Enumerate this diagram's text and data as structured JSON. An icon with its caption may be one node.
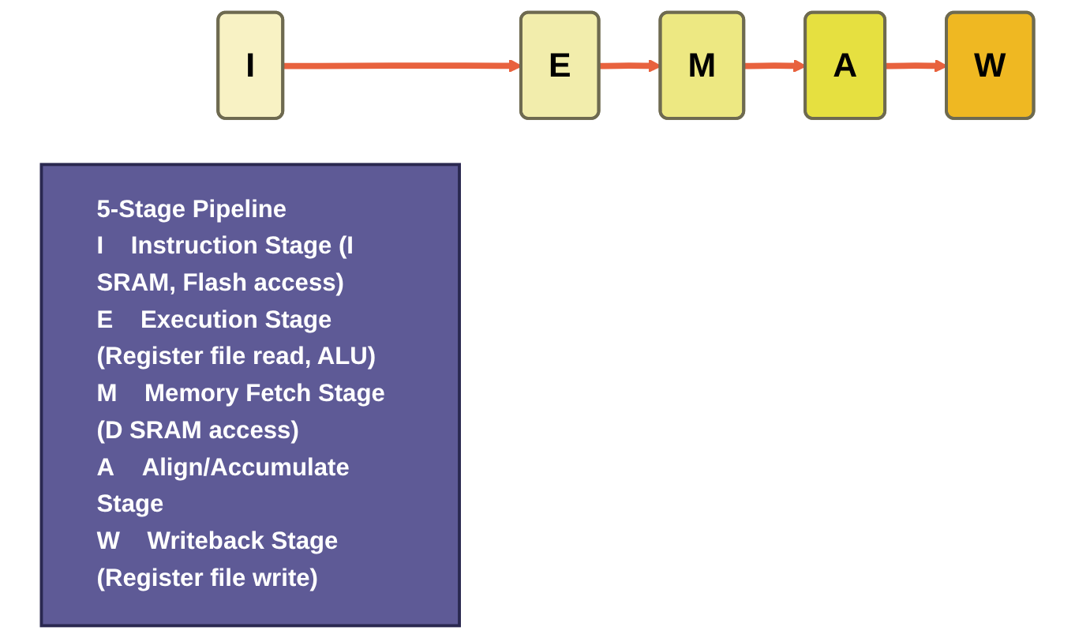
{
  "diagram": {
    "nodes": [
      {
        "text": [
          "I"
        ]
      },
      {
        "text": [
          "E"
        ]
      },
      {
        "text": [
          "M"
        ]
      },
      {
        "text": [
          "A"
        ]
      },
      {
        "text": [
          "W"
        ]
      },
      {
        "text": [
          "5-Stage Pipeline",
          "I",
          "Instruction Stage (I SRAM, Flash access)",
          "E",
          "Execution Stage (Register file read, ALU)",
          "M",
          "Memory Fetch Stage (D SRAM access)",
          "A",
          "Align/Accumulate Stage",
          "W",
          "Writeback Stage (Register file write)"
        ]
      }
    ],
    "edges": [
      {
        "from": 0,
        "to": 1,
        "arrow": "to"
      },
      {
        "from": 1,
        "to": 2,
        "arrow": "to"
      },
      {
        "from": 2,
        "to": 3,
        "arrow": "to"
      },
      {
        "from": 3,
        "to": 4,
        "arrow": "to"
      }
    ]
  }
}
